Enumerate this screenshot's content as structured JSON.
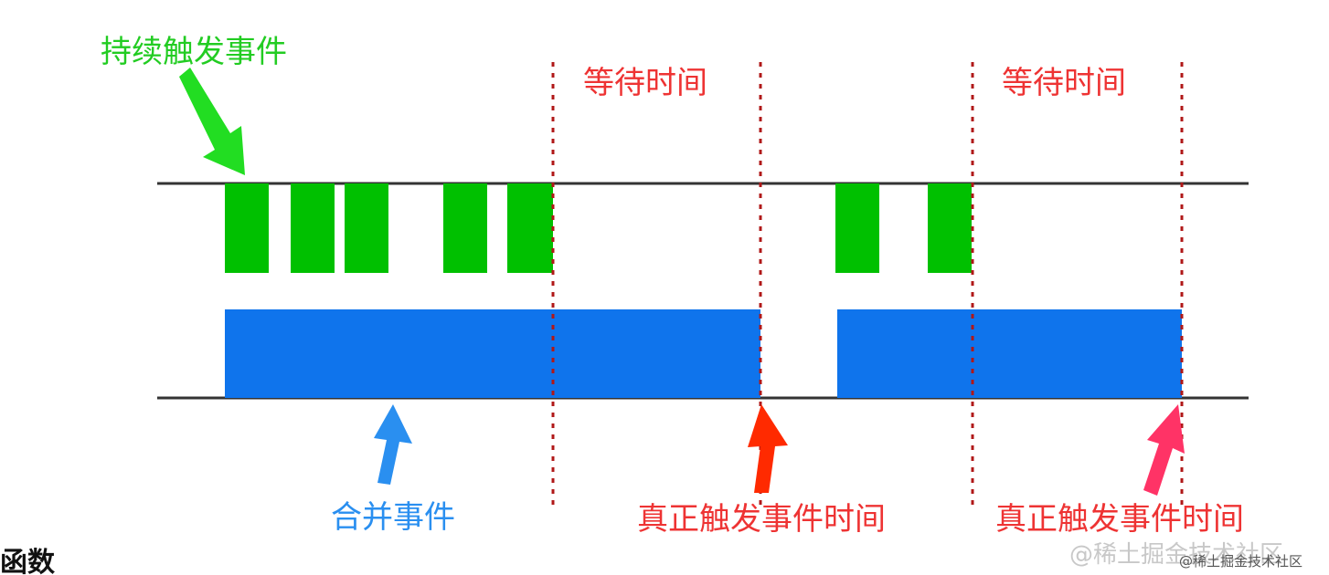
{
  "labels": {
    "continuous_events": "持续触发事件",
    "wait_time_1": "等待时间",
    "wait_time_2": "等待时间",
    "merged_event": "合并事件",
    "actual_trigger_1": "真正触发事件时间",
    "actual_trigger_2": "真正触发事件时间",
    "cut_heading": "函数"
  },
  "watermarks": {
    "faded": "@稀土掘金技术社区",
    "overlay": "@稀土掘金技术社区"
  },
  "colors": {
    "event_block": "#00c000",
    "merged_block": "#0f74ec",
    "timeline": "#333333",
    "dotted_line": "#b01818",
    "green_arrow": "#22dd22",
    "blue_arrow": "#2a8ff0",
    "red_arrow": "#ff2a00",
    "pink_arrow": "#ff3366"
  }
}
